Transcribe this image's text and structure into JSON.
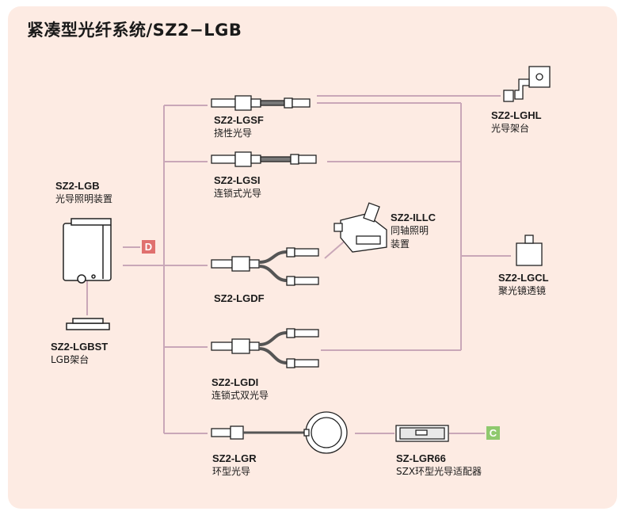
{
  "title": "紧凑型光纤系统/SZ2−LGB",
  "colors": {
    "panel_bg": "#fdebe3",
    "connector_line": "#c9a7b8",
    "badge_d": "#e0706e",
    "badge_c": "#8fc96e"
  },
  "items": {
    "lgb": {
      "code": "SZ2-LGB",
      "desc": "光导照明装置"
    },
    "lgbst": {
      "code": "SZ2-LGBST",
      "desc": "LGB架台"
    },
    "lgsf": {
      "code": "SZ2-LGSF",
      "desc": "挠性光导"
    },
    "lgsi": {
      "code": "SZ2-LGSI",
      "desc": "连锁式光导"
    },
    "illc": {
      "code": "SZ2-ILLC",
      "desc_line1": "同轴照明",
      "desc_line2": "装置"
    },
    "lgdf": {
      "code": "SZ2-LGDF"
    },
    "lgdi": {
      "code": "SZ2-LGDI",
      "desc": "连锁式双光导"
    },
    "lgr": {
      "code": "SZ2-LGR",
      "desc": "环型光导"
    },
    "lgr66": {
      "code": "SZ-LGR66",
      "desc": "SZX环型光导适配器"
    },
    "lghl": {
      "code": "SZ2-LGHL",
      "desc": "光导架台"
    },
    "lgcl": {
      "code": "SZ2-LGCL",
      "desc": "聚光镜透镜"
    }
  },
  "badges": {
    "d": "D",
    "c": "C"
  }
}
